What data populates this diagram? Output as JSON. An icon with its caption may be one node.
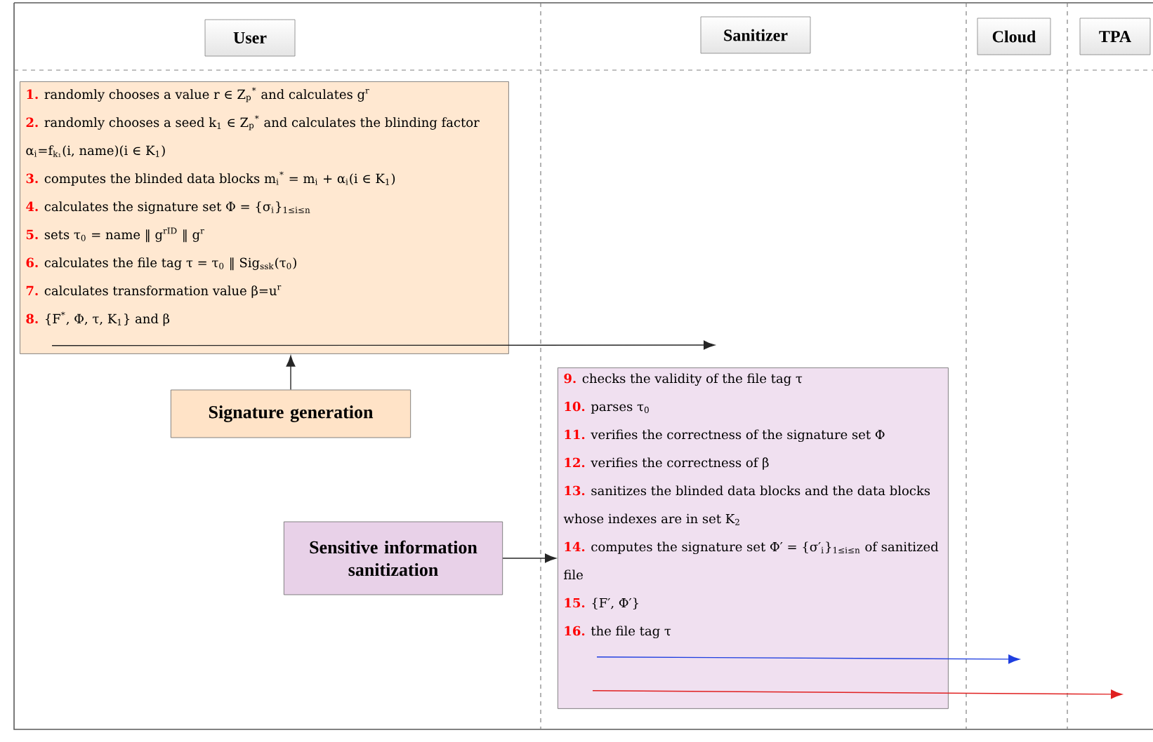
{
  "diagram": {
    "nodes": [
      {
        "text": [
          "User"
        ]
      },
      {
        "text": [
          "Sanitizer"
        ]
      },
      {
        "text": [
          "Cloud"
        ]
      },
      {
        "text": [
          "TPA"
        ]
      },
      {
        "text": [
          "1.",
          "randomly chooses a value r ∈ Z$_{p}$$^{*}$ and calculates g$^{r}$",
          "2.",
          "randomly chooses a seed k$_{1}$ ∈ Z$_{p}$$^{*}$ and calculates the blinding factor α$_{i}$=f$_{k₁}$(i, name)(i ∈ K$_{1}$)",
          "3.",
          "computes the blinded data blocks m$_{i}$$^{*}$ = m$_{i}$ + α$_{i}$(i ∈ K$_{1}$)",
          "4.",
          "calculates the signature set Φ = {σ$_{i}$}$_{1≤i≤n}$",
          "5.",
          "sets τ$_{0}$ = name ‖ g$^{rID}$ ‖ g$^{r}$",
          "6.",
          "calculates the file tag τ = τ$_{0}$ ‖ Sig$_{ssk}$(τ$_{0}$)",
          "7.",
          "calculates transformation value β=u$^{r}$",
          "8.",
          "{F$^{*}$, Φ, τ, K$_{1}$} and β"
        ]
      },
      {
        "text": [
          "Signature generation"
        ]
      },
      {
        "text": [
          "9.",
          "checks the validity of the file tag τ",
          "10.",
          "parses τ$_{0}$",
          "11.",
          "verifies the correctness of the signature set Φ",
          "12.",
          "verifies the correctness of β",
          "13.",
          "sanitizes the blinded data blocks and the data blocks whose indexes are in set K$_{2}$",
          "14.",
          "computes the signature set Φ′ = {σ′$_{i}$}$_{1≤i≤n}$ of sanitized file",
          "15.",
          "{F′, Φ′}",
          "16.",
          "the file tag τ"
        ]
      },
      {
        "text": [
          "Sensitive information sanitization"
        ]
      }
    ],
    "edges": [
      {
        "from": 5,
        "to": 4,
        "arrow": "to"
      },
      {
        "from": 7,
        "to": 6,
        "arrow": "to"
      },
      {
        "from": 4,
        "to": null,
        "arrow": "to"
      },
      {
        "from": 6,
        "to": null,
        "arrow": "to",
        "color": "#1f3fe0"
      },
      {
        "from": 6,
        "to": null,
        "arrow": "to",
        "color": "#e02020"
      }
    ]
  }
}
